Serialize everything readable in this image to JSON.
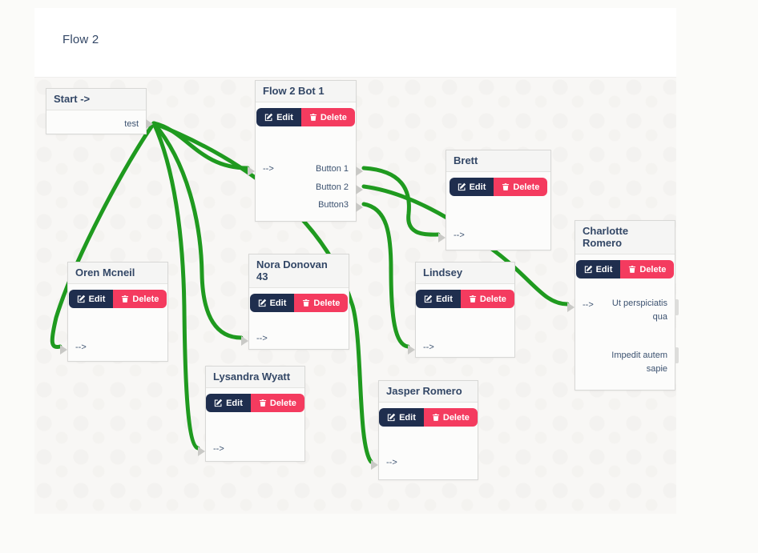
{
  "header": {
    "title": "Flow 2"
  },
  "labels": {
    "edit": "Edit",
    "delete": "Delete",
    "input_arrow": "-->"
  },
  "colors": {
    "connector_green": "#1f9a1f",
    "edit_button_bg": "#1f2e4e",
    "delete_button_bg": "#f43b5f",
    "node_title_text": "#334766",
    "canvas_bg": "#f8f7f5"
  },
  "nodes": {
    "start": {
      "title": "Start ->",
      "outputs": [
        "test"
      ]
    },
    "flow2bot1": {
      "title": "Flow 2 Bot 1",
      "outputs": [
        "Button 1",
        "Button 2",
        "Button3"
      ]
    },
    "brett": {
      "title": "Brett"
    },
    "charlotte": {
      "title": "Charlotte Romero",
      "texts": [
        "Ut perspiciatis qua",
        "Impedit autem sapie"
      ]
    },
    "oren": {
      "title": "Oren Mcneil"
    },
    "nora": {
      "title": "Nora Donovan 43"
    },
    "lindsey": {
      "title": "Lindsey"
    },
    "lysandra": {
      "title": "Lysandra Wyatt"
    },
    "jasper": {
      "title": "Jasper Romero"
    }
  },
  "connections": [
    {
      "from": "start.test",
      "to": "flow2bot1.input"
    },
    {
      "from": "start.test",
      "to": "oren.input"
    },
    {
      "from": "start.test",
      "to": "nora.input"
    },
    {
      "from": "start.test",
      "to": "lysandra.input"
    },
    {
      "from": "start.test",
      "to": "jasper.input"
    },
    {
      "from": "flow2bot1.Button 1",
      "to": "brett.input"
    },
    {
      "from": "flow2bot1.Button 2",
      "to": "charlotte.input"
    },
    {
      "from": "flow2bot1.Button3",
      "to": "lindsey.input"
    }
  ]
}
